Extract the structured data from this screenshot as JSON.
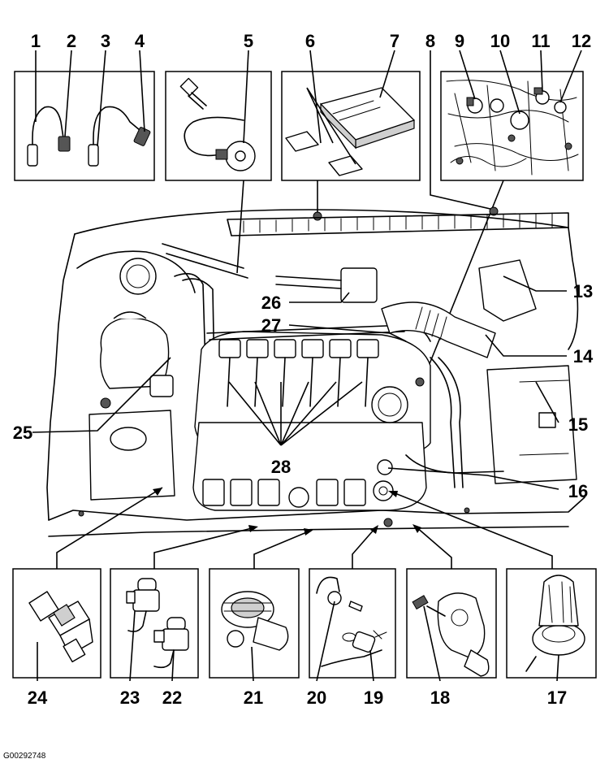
{
  "figure": {
    "callouts": [
      "1",
      "2",
      "3",
      "4",
      "5",
      "6",
      "7",
      "8",
      "9",
      "10",
      "11",
      "12",
      "13",
      "14",
      "15",
      "16",
      "17",
      "18",
      "19",
      "20",
      "21",
      "22",
      "23",
      "24",
      "25",
      "26",
      "27",
      "28"
    ],
    "image_code": "G00292748"
  }
}
